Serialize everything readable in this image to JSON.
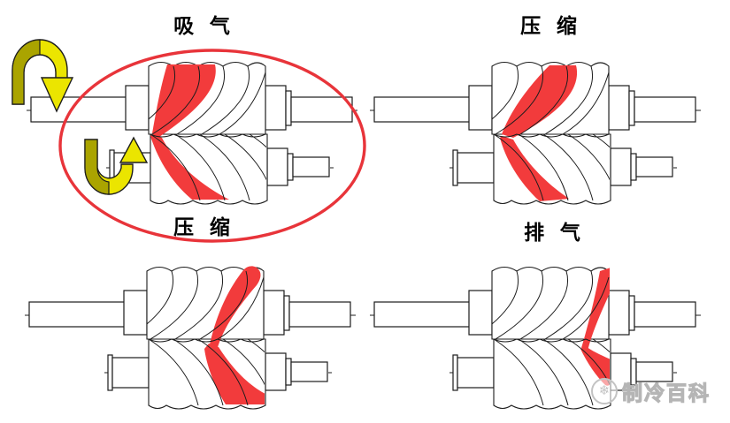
{
  "panels": [
    {
      "id": "suction",
      "label": "吸 气",
      "chevron_position": "left-end",
      "highlight_ellipse": true,
      "rotation_arrows": true
    },
    {
      "id": "compression-1",
      "label": "压 缩",
      "chevron_position": "mid-left",
      "highlight_ellipse": false,
      "rotation_arrows": false
    },
    {
      "id": "compression-2",
      "label": "压 缩",
      "chevron_position": "right-end",
      "highlight_ellipse": false,
      "rotation_arrows": false
    },
    {
      "id": "discharge",
      "label": "排 气",
      "chevron_position": "far-right-exit",
      "highlight_ellipse": false,
      "rotation_arrows": false
    }
  ],
  "watermark": {
    "text": "制冷百科",
    "logo": "snowflake-icon",
    "logo_glyph": "❄"
  },
  "colors": {
    "highlight_red": "#f23b3c",
    "ellipse_red": "#e8343a",
    "arrow_yellow": "#ebe500",
    "arrow_yellow_dark": "#aaa400",
    "outline_black": "#1c1c1c",
    "watermark_gray": "#b5b5b5",
    "background": "#ffffff"
  }
}
